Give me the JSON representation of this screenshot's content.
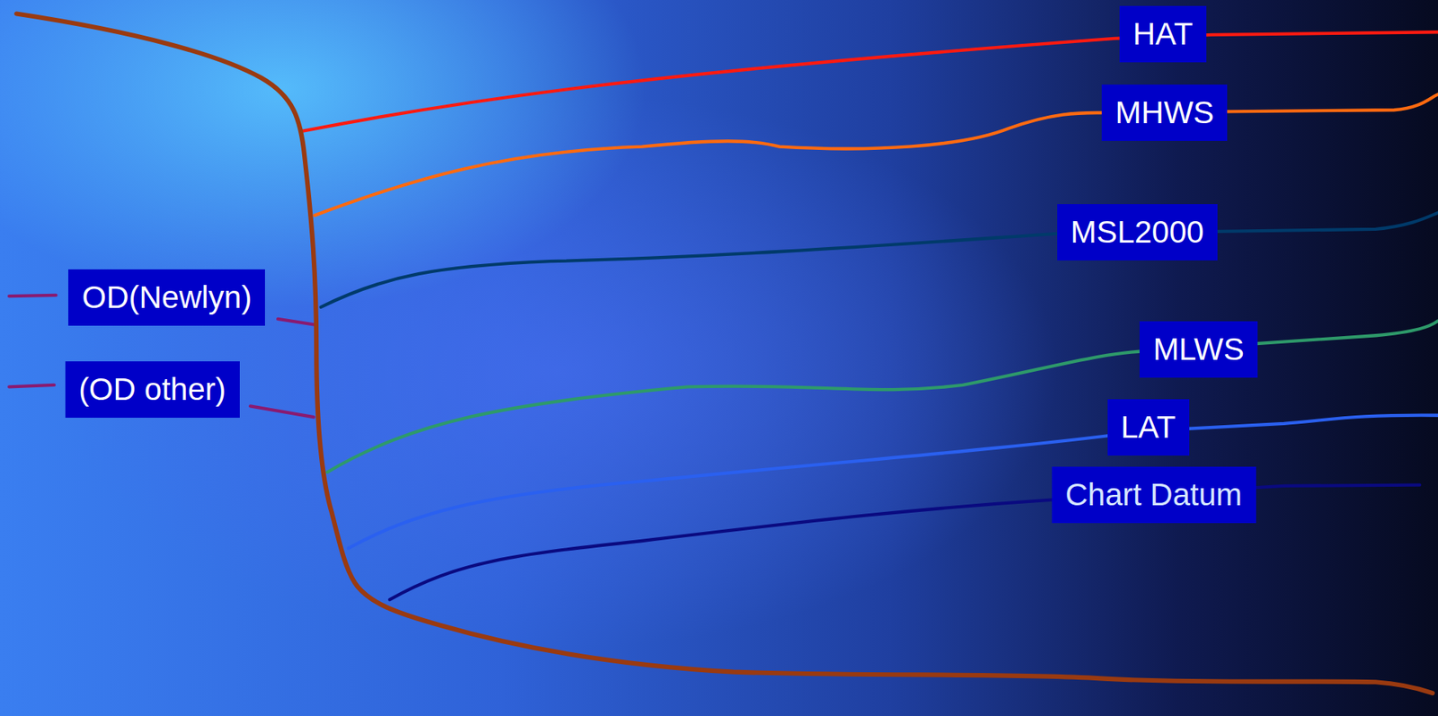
{
  "diagram": {
    "nodes": [
      {
        "text": [
          "HAT"
        ]
      },
      {
        "text": [
          "MHWS"
        ]
      },
      {
        "text": [
          "MSL2000"
        ]
      },
      {
        "text": [
          "OD(Newlyn)"
        ]
      },
      {
        "text": [
          "MLWS"
        ]
      },
      {
        "text": [
          "(OD other)"
        ]
      },
      {
        "text": [
          "LAT"
        ]
      },
      {
        "text": [
          "Chart Datum"
        ]
      }
    ]
  }
}
